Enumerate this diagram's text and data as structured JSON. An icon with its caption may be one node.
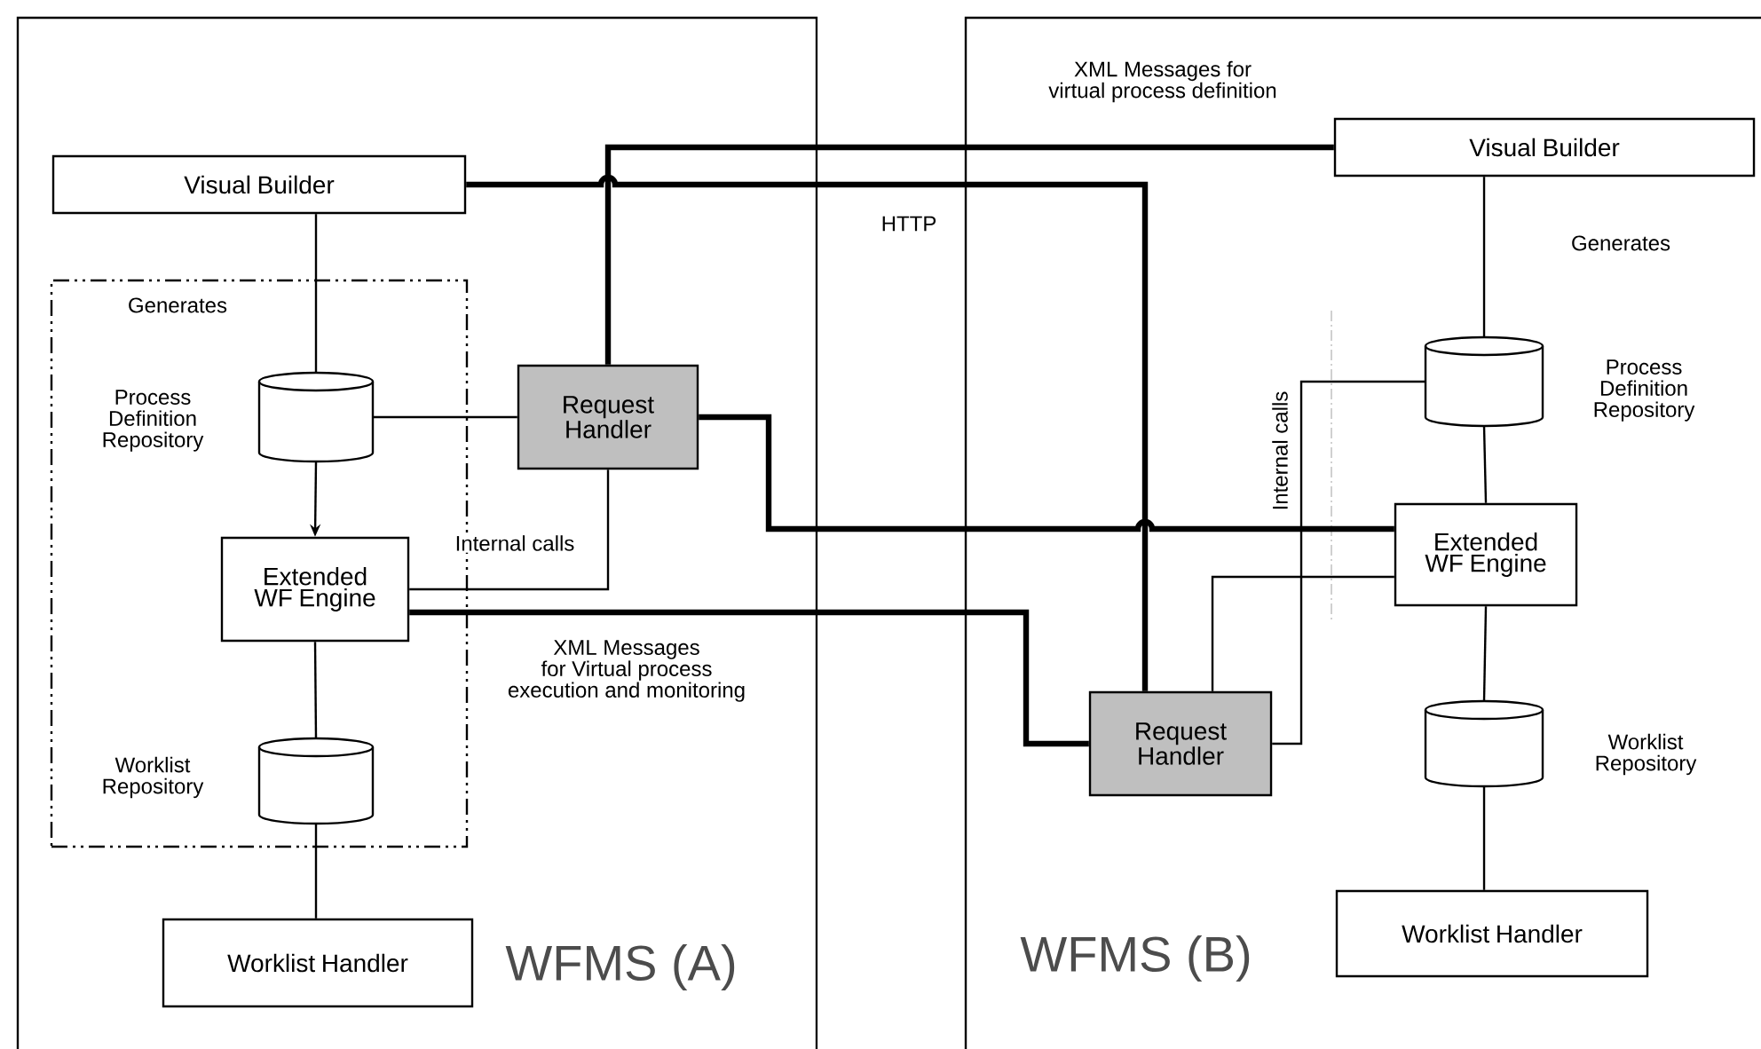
{
  "diagram": {
    "nodes": [
      {
        "text": [
          "WFMS (A)"
        ]
      },
      {
        "text": [
          "Visual Builder"
        ],
        "in": 0
      },
      {
        "text": [],
        "shape": "box",
        "in": 0
      },
      {
        "text": [],
        "shape": "cylinder",
        "in": 2,
        "beside": [
          "Process Definition Repository"
        ]
      },
      {
        "text": [
          "Extended WF Engine"
        ],
        "in": 2
      },
      {
        "text": [],
        "shape": "cylinder",
        "in": 2,
        "beside": [
          "Worklist Repository"
        ]
      },
      {
        "text": [
          "Worklist Handler"
        ],
        "in": 0
      },
      {
        "text": [
          "Request Handler"
        ],
        "in": 0
      },
      {
        "text": [
          "WFMS (B)"
        ]
      },
      {
        "text": [
          "Visual Builder"
        ],
        "in": 8
      },
      {
        "text": [],
        "shape": "cylinder",
        "in": 8,
        "beside": [
          "Process Definition Repository"
        ]
      },
      {
        "text": [
          "Extended WF Engine"
        ],
        "in": 8
      },
      {
        "text": [],
        "shape": "cylinder",
        "in": 8,
        "beside": [
          "Worklist Repository"
        ]
      },
      {
        "text": [
          "Worklist Handler"
        ],
        "in": 8
      },
      {
        "text": [
          "Request Handler"
        ],
        "in": 8
      }
    ],
    "edges": [
      {
        "from": 1,
        "to": 3,
        "arrow": "none",
        "label": "Generates"
      },
      {
        "from": 3,
        "to": 4,
        "arrow": "to"
      },
      {
        "from": 4,
        "to": 5,
        "arrow": "none"
      },
      {
        "from": 5,
        "to": 6,
        "arrow": "none"
      },
      {
        "from": 3,
        "to": 7,
        "arrow": "none"
      },
      {
        "from": 4,
        "to": 7,
        "arrow": "none",
        "label": "Internal calls"
      },
      {
        "from": 7,
        "to": 9,
        "arrow": "none",
        "style": "thick",
        "label": "XML Messages for virtual process definition"
      },
      {
        "from": 1,
        "to": 14,
        "arrow": "none",
        "style": "thick",
        "label": "HTTP"
      },
      {
        "from": 7,
        "to": 11,
        "arrow": "none",
        "style": "thick"
      },
      {
        "from": 4,
        "to": 14,
        "arrow": "none",
        "style": "thick",
        "label": "XML Messages for Virtual process execution and monitoring"
      },
      {
        "from": 14,
        "to": 11,
        "arrow": "none"
      },
      {
        "from": 14,
        "to": 10,
        "arrow": "none",
        "label": "Internal calls"
      },
      {
        "from": 9,
        "to": 10,
        "arrow": "none",
        "label": "Generates"
      },
      {
        "from": 10,
        "to": 11,
        "arrow": "none"
      },
      {
        "from": 11,
        "to": 12,
        "arrow": "none"
      },
      {
        "from": 12,
        "to": 13,
        "arrow": "none"
      }
    ]
  }
}
